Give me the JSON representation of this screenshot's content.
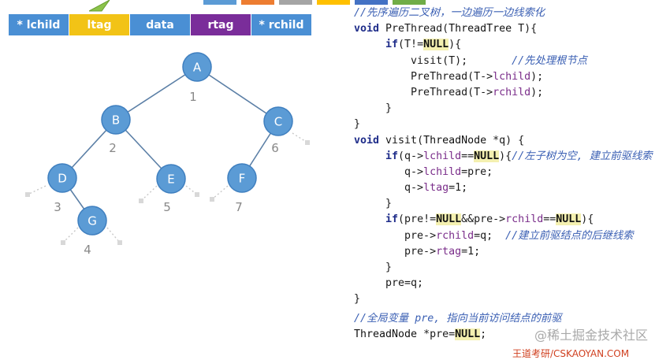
{
  "struct_fields": [
    {
      "label": "* lchild",
      "color": "#4a8fd4"
    },
    {
      "label": "ltag",
      "color": "#f2c316"
    },
    {
      "label": "data",
      "color": "#4a8fd4"
    },
    {
      "label": "rtag",
      "color": "#7a2d9a"
    },
    {
      "label": "* rchild",
      "color": "#4a8fd4"
    }
  ],
  "tree": {
    "nodes": [
      {
        "id": "A",
        "order": "1"
      },
      {
        "id": "B",
        "order": "2"
      },
      {
        "id": "C",
        "order": "6"
      },
      {
        "id": "D",
        "order": "3"
      },
      {
        "id": "E",
        "order": "5"
      },
      {
        "id": "F",
        "order": "7"
      },
      {
        "id": "G",
        "order": "4"
      }
    ],
    "node_color": "#5b9bd5",
    "edge_color": "#5b7fa6"
  },
  "code_lines": [
    [
      [
        "cm",
        "//先序遍历二叉树，一边遍历一边线索化"
      ]
    ],
    [
      [
        "kw",
        "void"
      ],
      [
        "",
        " PreThread("
      ],
      [
        "ty",
        "ThreadTree"
      ],
      [
        "",
        " T){"
      ]
    ],
    [
      [
        "",
        "     "
      ],
      [
        "kw",
        "if"
      ],
      [
        "",
        "(T!="
      ],
      [
        "nu",
        "NULL"
      ],
      [
        "",
        "){"
      ]
    ],
    [
      [
        "",
        "         visit(T);       "
      ],
      [
        "cm",
        "//先处理根节点"
      ]
    ],
    [
      [
        "",
        "         PreThread(T->"
      ],
      [
        "fld",
        "lchild"
      ],
      [
        "",
        ");"
      ]
    ],
    [
      [
        "",
        "         PreThread(T->"
      ],
      [
        "fld",
        "rchild"
      ],
      [
        "",
        ");"
      ]
    ],
    [
      [
        "",
        "     }"
      ]
    ],
    [
      [
        "",
        "}"
      ]
    ],
    [
      [
        "kw",
        "void"
      ],
      [
        "",
        " visit("
      ],
      [
        "ty",
        "ThreadNode"
      ],
      [
        "",
        " *q) {"
      ]
    ],
    [
      [
        "",
        "     "
      ],
      [
        "kw",
        "if"
      ],
      [
        "",
        "(q->"
      ],
      [
        "fld",
        "lchild"
      ],
      [
        "",
        "=="
      ],
      [
        "nu",
        "NULL"
      ],
      [
        "",
        "){"
      ],
      [
        "cm",
        "//左子树为空, 建立前驱线索"
      ]
    ],
    [
      [
        "",
        "        q->"
      ],
      [
        "fld",
        "lchild"
      ],
      [
        "",
        "=pre;"
      ]
    ],
    [
      [
        "",
        "        q->"
      ],
      [
        "fld",
        "ltag"
      ],
      [
        "",
        "=1;"
      ]
    ],
    [
      [
        "",
        "     }"
      ]
    ],
    [
      [
        "",
        "     "
      ],
      [
        "kw",
        "if"
      ],
      [
        "",
        "(pre!="
      ],
      [
        "nu",
        "NULL"
      ],
      [
        "",
        "&&pre->"
      ],
      [
        "fld",
        "rchild"
      ],
      [
        "",
        "=="
      ],
      [
        "nu",
        "NULL"
      ],
      [
        "",
        "){"
      ]
    ],
    [
      [
        "",
        "        pre->"
      ],
      [
        "fld",
        "rchild"
      ],
      [
        "",
        "=q;  "
      ],
      [
        "cm",
        "//建立前驱结点的后继线索"
      ]
    ],
    [
      [
        "",
        "        pre->"
      ],
      [
        "fld",
        "rtag"
      ],
      [
        "",
        "=1;"
      ]
    ],
    [
      [
        "",
        "     }"
      ]
    ],
    [
      [
        "",
        "     pre=q;"
      ]
    ],
    [
      [
        "",
        "}"
      ]
    ],
    [
      [
        "cm",
        "//全局变量 pre, 指向当前访问结点的前驱"
      ]
    ],
    [
      [
        "ty",
        "ThreadNode"
      ],
      [
        "",
        " *pre="
      ],
      [
        "nu",
        "NULL"
      ],
      [
        "",
        ";"
      ]
    ]
  ],
  "watermark": "@稀土掘金技术社区",
  "watermark_2": "王道考研/CSKAOYAN.COM"
}
